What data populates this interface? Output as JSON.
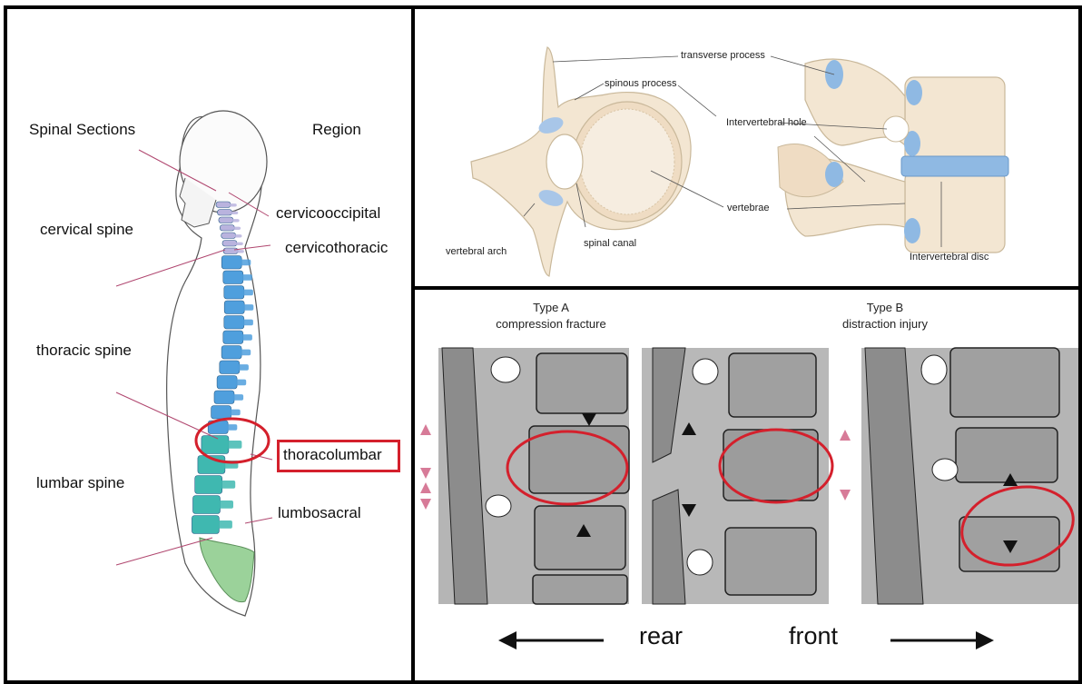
{
  "left_panel": {
    "header_left": "Spinal Sections",
    "header_right": "Region",
    "sections": [
      "cervical spine",
      "thoracic spine",
      "lumbar spine"
    ],
    "regions": [
      "cervicooccipital",
      "cervicothoracic",
      "thoracolumbar",
      "lumbosacral"
    ],
    "highlighted_region": "thoracolumbar"
  },
  "top_right_panel": {
    "labels": {
      "transverse_process": "transverse process",
      "spinous_process": "spinous process",
      "intervertebral_hole": "Intervertebral hole",
      "vertebrae": "vertebrae",
      "vertebral_arch": "vertebral arch",
      "spinal_canal": "spinal canal",
      "intervertebral_disc": "Intervertebral disc"
    }
  },
  "bottom_right_panel": {
    "type_a": {
      "title": "Type A",
      "subtitle": "compression fracture"
    },
    "type_b": {
      "title": "Type B",
      "subtitle": "distraction injury"
    },
    "direction_left": "rear",
    "direction_right": "front"
  },
  "colors": {
    "highlight": "#d4202c",
    "cervical": "#b9b3de",
    "thoracic": "#4f9fdd",
    "lumbar": "#3fb8b0",
    "sacrum": "#9bd29a",
    "bone": "#f3e6d2",
    "disc": "#8fb9e3",
    "xray_gray": "#a9a9a9"
  }
}
